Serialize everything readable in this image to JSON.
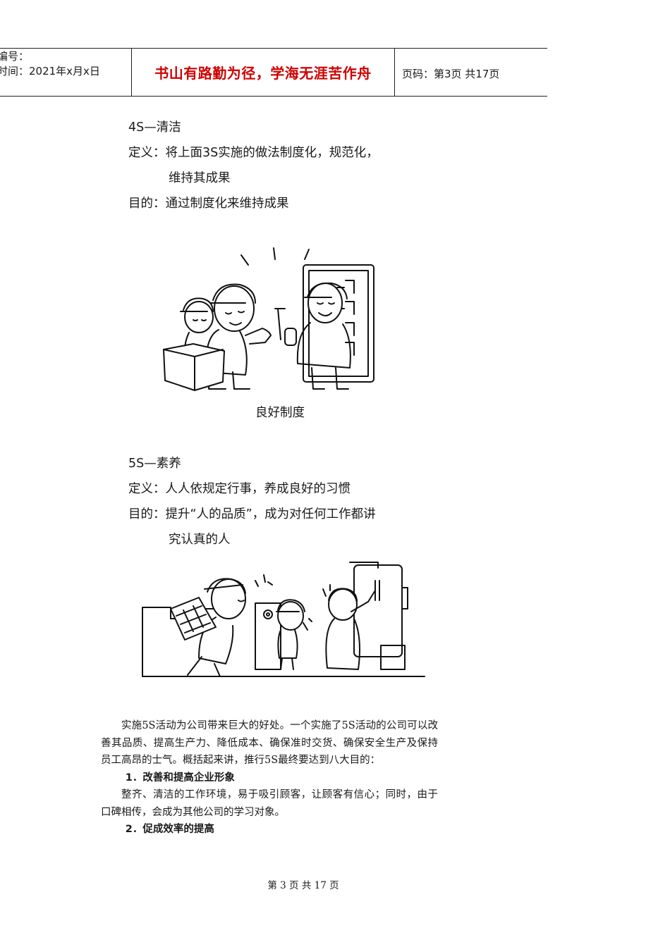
{
  "header": {
    "number_label": "编号：",
    "time_label": "时间：2021年x月x日",
    "motto": "书山有路勤为径，学海无涯苦作舟",
    "page_info": "页码：第3页  共17页"
  },
  "section4": {
    "title": "4S—清洁",
    "definition_line1": "定义：将上面3S实施的做法制度化，规范化，",
    "definition_line2": "维持其成果",
    "purpose": "目的：通过制度化来维持成果"
  },
  "illustration1_caption": "良好制度",
  "section5": {
    "title": "5S—素养",
    "definition": "定义：人人依规定行事，养成良好的习惯",
    "purpose_line1": "目的：提升“人的品质”，成为对任何工作都讲",
    "purpose_line2": "究认真的人"
  },
  "body": {
    "intro": "实施5S活动为公司带来巨大的好处。一个实施了5S活动的公司可以改善其品质、提高生产力、降低成本、确保准时交货、确保安全生产及保持员工高昂的士气。概括起来讲，推行5S最终要达到八大目的：",
    "heading1": "1．改善和提高企业形象",
    "para1": "整齐、清洁的工作环境，易于吸引顾客，让顾客有信心；同时，由于口碑相传，会成为其他公司的学习对象。",
    "heading2": "2．促成效率的提高"
  },
  "footer": {
    "text": "第 3 页 共 17 页"
  }
}
